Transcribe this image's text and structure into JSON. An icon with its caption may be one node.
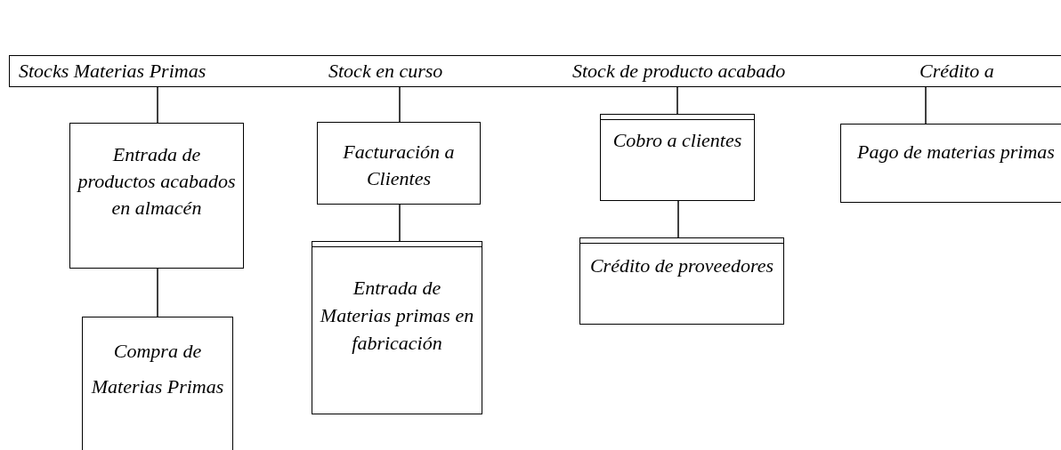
{
  "diagram": {
    "nodes": [
      {
        "text": [
          "Stocks Materias Primas",
          "Stock en curso",
          "Stock de producto acabado",
          "Crédito a"
        ]
      },
      {
        "text": [
          "Entrada de productos acabados en almacén"
        ]
      },
      {
        "text": [
          "Compra de Materias Primas"
        ]
      },
      {
        "text": [
          "Facturación a Clientes"
        ]
      },
      {
        "text": [
          "Entrada de Materias primas en fabricación"
        ]
      },
      {
        "text": [
          "Cobro a clientes"
        ]
      },
      {
        "text": [
          "Crédito de proveedores"
        ]
      },
      {
        "text": [
          "Pago de materias primas"
        ]
      }
    ],
    "edges": [
      {
        "from": 0,
        "to": 1,
        "arrow": "none"
      },
      {
        "from": 1,
        "to": 2,
        "arrow": "none"
      },
      {
        "from": 0,
        "to": 3,
        "arrow": "none"
      },
      {
        "from": 3,
        "to": 4,
        "arrow": "none"
      },
      {
        "from": 0,
        "to": 5,
        "arrow": "none"
      },
      {
        "from": 5,
        "to": 6,
        "arrow": "none"
      },
      {
        "from": 0,
        "to": 7,
        "arrow": "none"
      }
    ]
  }
}
